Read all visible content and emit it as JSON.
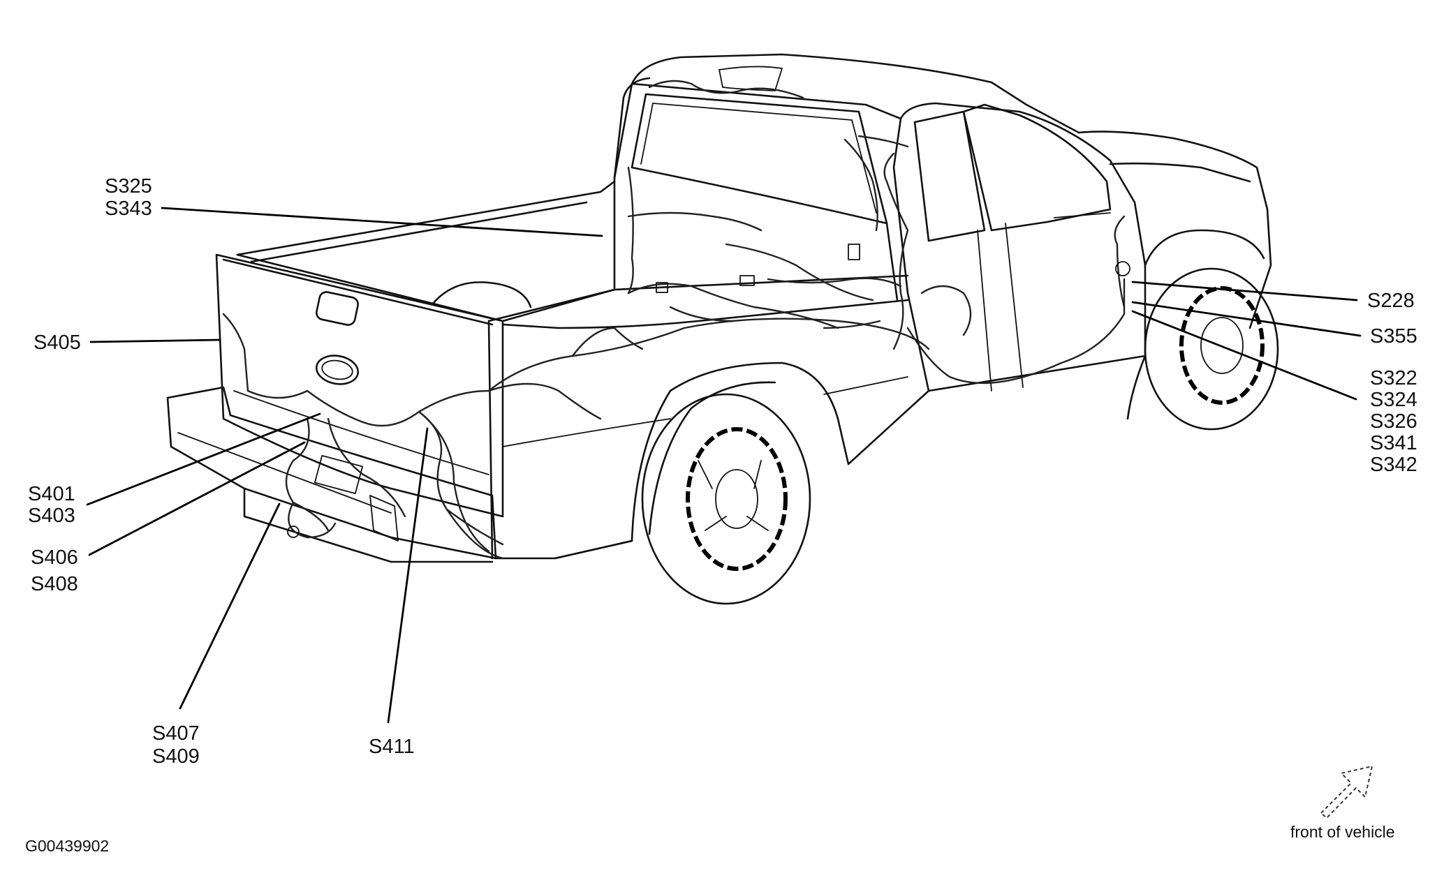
{
  "labels": {
    "s325": "S325",
    "s343": "S343",
    "s405": "S405",
    "s401": "S401",
    "s403": "S403",
    "s406": "S406",
    "s408": "S408",
    "s407": "S407",
    "s409": "S409",
    "s411": "S411",
    "s228": "S228",
    "s355": "S355",
    "s322": "S322",
    "s324": "S324",
    "s326": "S326",
    "s341": "S341",
    "s342": "S342"
  },
  "figure_id": "G00439902",
  "front_of_vehicle": "front of vehicle",
  "icons": {
    "direction": "dashed-arrow-icon"
  },
  "colors": {
    "line": "#111111",
    "background": "#ffffff"
  }
}
